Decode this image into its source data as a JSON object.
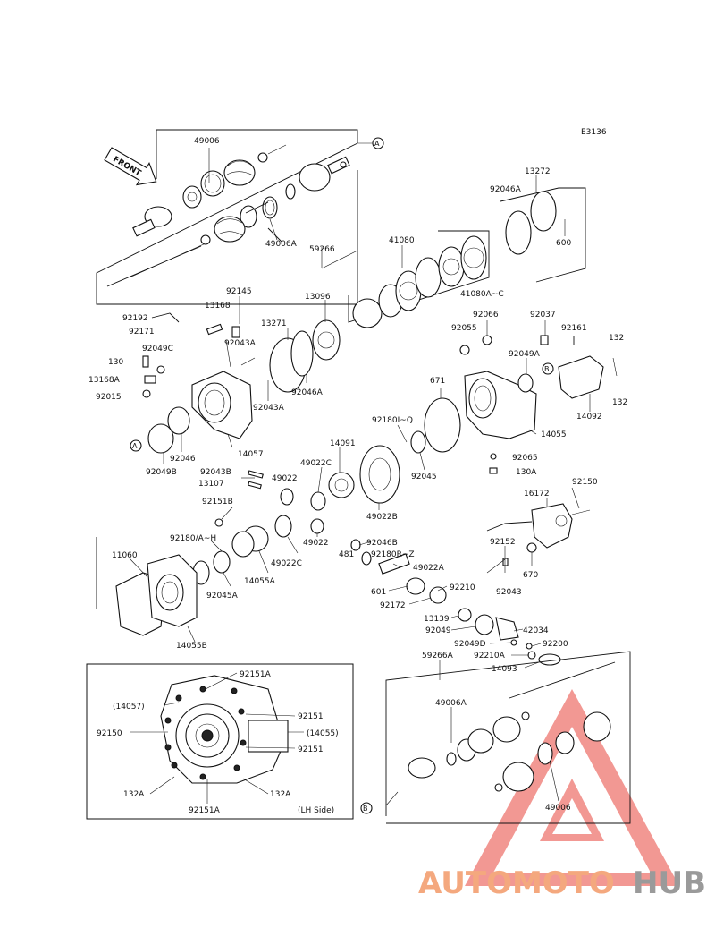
{
  "diagram_code": "E3136",
  "front_label": "FRONT",
  "callouts": {
    "a": "A",
    "b": "B"
  },
  "parts": {
    "p49006_top": "49006",
    "p49006a_top": "49006A",
    "p59266": "59266",
    "p13272": "13272",
    "p92046a_top": "92046A",
    "p600": "600",
    "p41080": "41080",
    "p41080ac": "41080A~C",
    "p13096": "13096",
    "p92145": "92145",
    "p13168": "13168",
    "p92192": "92192",
    "p92171": "92171",
    "p13271": "13271",
    "p92043a_1": "92043A",
    "p92049c": "92049C",
    "p130": "130",
    "p13168a": "13168A",
    "p92015": "92015",
    "p92046a_mid": "92046A",
    "p92043a_2": "92043A",
    "p14057": "14057",
    "p92046": "92046",
    "p92049b": "92049B",
    "p92066": "92066",
    "p92037": "92037",
    "p92055": "92055",
    "p92161": "92161",
    "p132_1": "132",
    "p92049a": "92049A",
    "p132_2": "132",
    "p671": "671",
    "p14092": "14092",
    "p92180iq": "92180I~Q",
    "p14055": "14055",
    "p14091": "14091",
    "p92045": "92045",
    "p92065": "92065",
    "p130a": "130A",
    "p92043b": "92043B",
    "p49022": "49022",
    "p49022c_top": "49022C",
    "p13107": "13107",
    "p92150_top": "92150",
    "p16172": "16172",
    "p92151b": "92151B",
    "p49022b": "49022B",
    "p92180ah": "92180/A~H",
    "p49022_2": "49022",
    "p92046b": "92046B",
    "p92152": "92152",
    "p11060": "11060",
    "p481": "481",
    "p92180rz": "92180R~Z",
    "p670": "670",
    "p49022c_2": "49022C",
    "p49022a": "49022A",
    "p14055a": "14055A",
    "p92043": "92043",
    "p92045a": "92045A",
    "p601": "601",
    "p92210": "92210",
    "p92172": "92172",
    "p13139": "13139",
    "p92049": "92049",
    "p42034": "42034",
    "p14055b": "14055B",
    "p92049d": "92049D",
    "p92200": "92200",
    "p92210a": "92210A",
    "p59266a": "59266A",
    "p14093": "14093",
    "p49006a_bot": "49006A",
    "p49006_bot": "49006",
    "inset_92151a_top": "92151A",
    "inset_14057": "(14057)",
    "inset_92151_1": "92151",
    "inset_92150": "92150",
    "inset_14055": "(14055)",
    "inset_92151_2": "92151",
    "inset_132a_l": "132A",
    "inset_132a_r": "132A",
    "inset_92151a_bot": "92151A",
    "inset_side": "(LH Side)"
  },
  "watermark": {
    "part1": "AUTOMOTO",
    "part2": "HUB",
    "color_main": "#f4a87e",
    "color_hub": "#9a9a9a",
    "color_triangle": "#e8453c"
  }
}
